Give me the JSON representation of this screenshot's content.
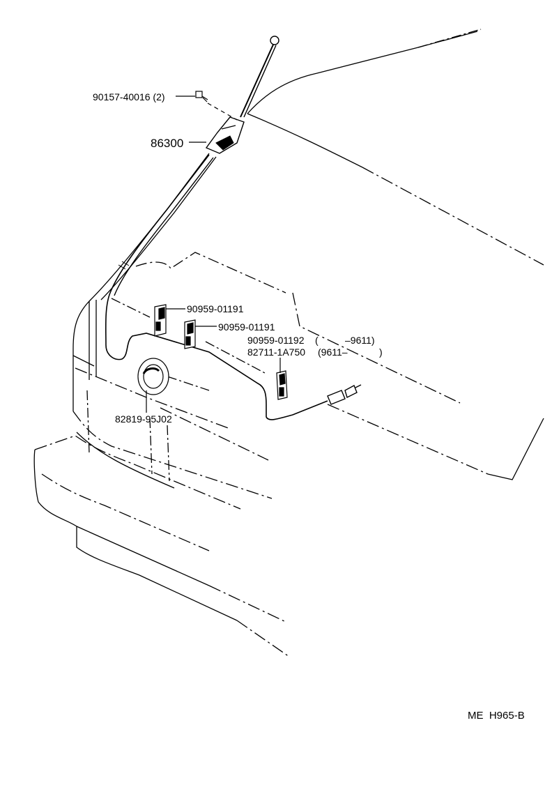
{
  "parts": [
    {
      "id": "bolt",
      "number": "90157-40016 (2)"
    },
    {
      "id": "antenna",
      "number": "86300"
    },
    {
      "id": "clamp_upper",
      "number": "90959-01191"
    },
    {
      "id": "clamp_lower",
      "number": "90959-01191"
    },
    {
      "id": "clamp_alt_a",
      "number": "90959-01192",
      "range_open": "(",
      "range_value": "–9611)"
    },
    {
      "id": "clamp_alt_b",
      "number": "82711-1A750",
      "range_value": "(9611–",
      "range_close": ")"
    },
    {
      "id": "grommet",
      "number": "82819-95J02"
    }
  ],
  "reference_code": "ME  H965-B"
}
